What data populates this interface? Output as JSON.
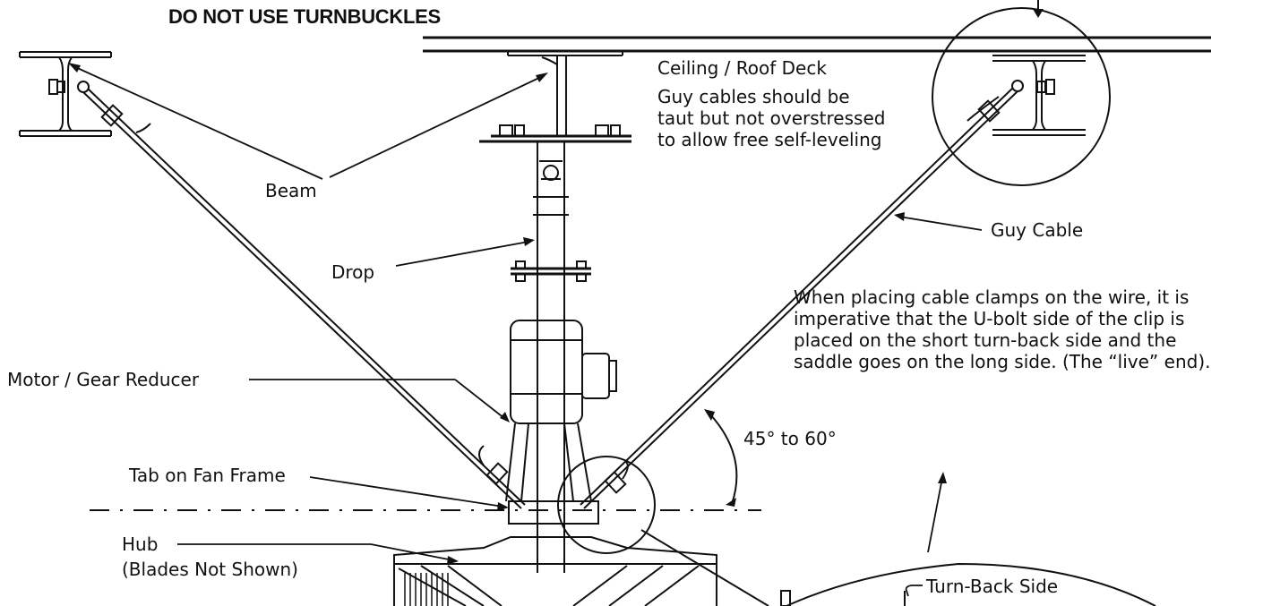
{
  "warning": "DO NOT USE TURNBUCKLES",
  "labels": {
    "ceiling": "Ceiling / Roof Deck",
    "guy_note_1": "Guy cables should be",
    "guy_note_2": "taut but not overstressed",
    "guy_note_3": "to allow free self-leveling",
    "beam": "Beam",
    "guy_cable": "Guy Cable",
    "drop": "Drop",
    "clamp_note_1": "When placing cable clamps on the wire, it is",
    "clamp_note_2": "imperative that the U-bolt side of the clip is",
    "clamp_note_3": "placed on the short turn-back side and the",
    "clamp_note_4": "saddle goes on the long side. (The “live” end).",
    "motor": "Motor / Gear Reducer",
    "angle": "45° to 60°",
    "tab": "Tab on Fan Frame",
    "hub_1": "Hub",
    "hub_2": "(Blades Not Shown)",
    "turn_back": "Turn-Back Side"
  },
  "colors": {
    "ink": "#111111",
    "background": "#ffffff"
  }
}
